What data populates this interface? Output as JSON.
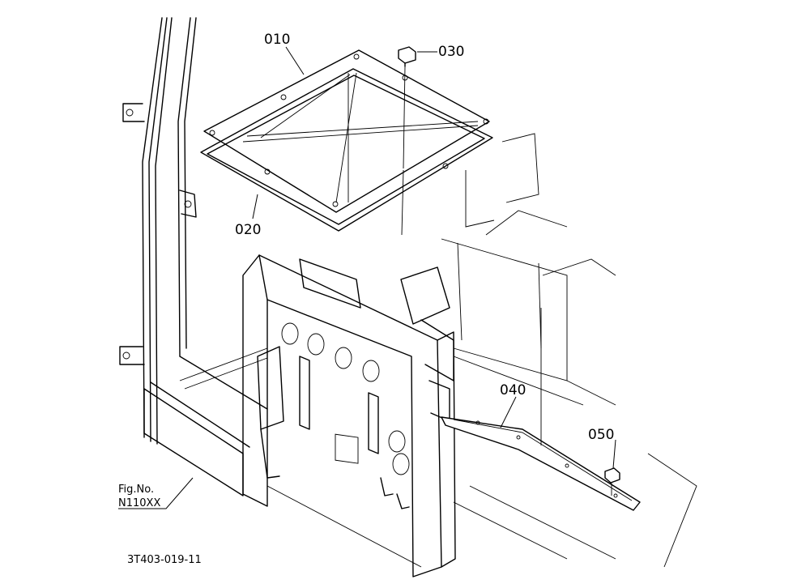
{
  "diagram": {
    "callouts": {
      "p010": "010",
      "p020": "020",
      "p030": "030",
      "p040": "040",
      "p050": "050"
    },
    "figure_ref": {
      "line1": "Fig.No.",
      "line2": "N110XX"
    },
    "drawing_number": "3T403-019-11"
  }
}
